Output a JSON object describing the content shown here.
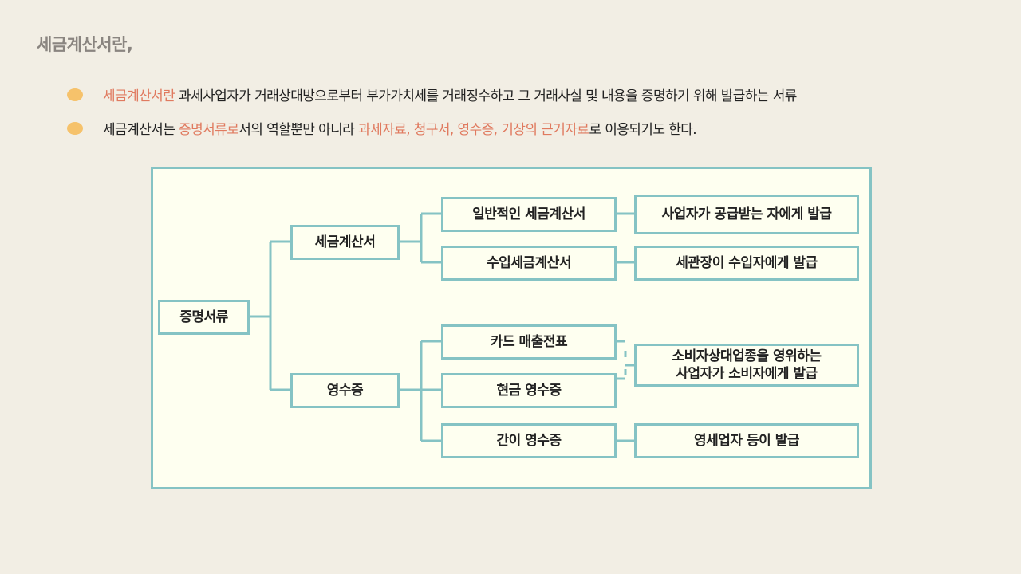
{
  "title": "세금계산서란,",
  "bullets": [
    {
      "hl1": "세금계산서란",
      "text1": " 과세사업자가 거래상대방으로부터 부가가치세를 거래징수하고 그 거래사실 및 내용을 증명하기 위해 발급하는 서류"
    },
    {
      "text1": "세금계산서는 ",
      "hl1": "증명서류로",
      "text2": "서의 역할뿐만 아니라 ",
      "hl2": "과세자료, 청구서,  영수증, 기장의 근거자료",
      "text3": "로 이용되기도 한다."
    }
  ],
  "diagram": {
    "root": "증명서류",
    "level1": {
      "tax_invoice": "세금계산서",
      "receipt": "영수증"
    },
    "level2": {
      "general": "일반적인 세금계산서",
      "import": "수입세금계산서",
      "card": "카드 매출전표",
      "cash": "현금 영수증",
      "simple": "간이 영수증"
    },
    "desc": {
      "general": "사업자가 공급받는 자에게 발급",
      "import": "세관장이 수입자에게 발급",
      "consumer_line1": "소비자상대업종을 영위하는",
      "consumer_line2": "사업자가 소비자에게 발급",
      "simple": "영세업자 등이 발급"
    }
  },
  "colors": {
    "accent": "#85c3c4",
    "highlight": "#e07a5f",
    "bullet": "#f6c26b",
    "background": "#f2eee4",
    "panel": "#fefff0"
  }
}
